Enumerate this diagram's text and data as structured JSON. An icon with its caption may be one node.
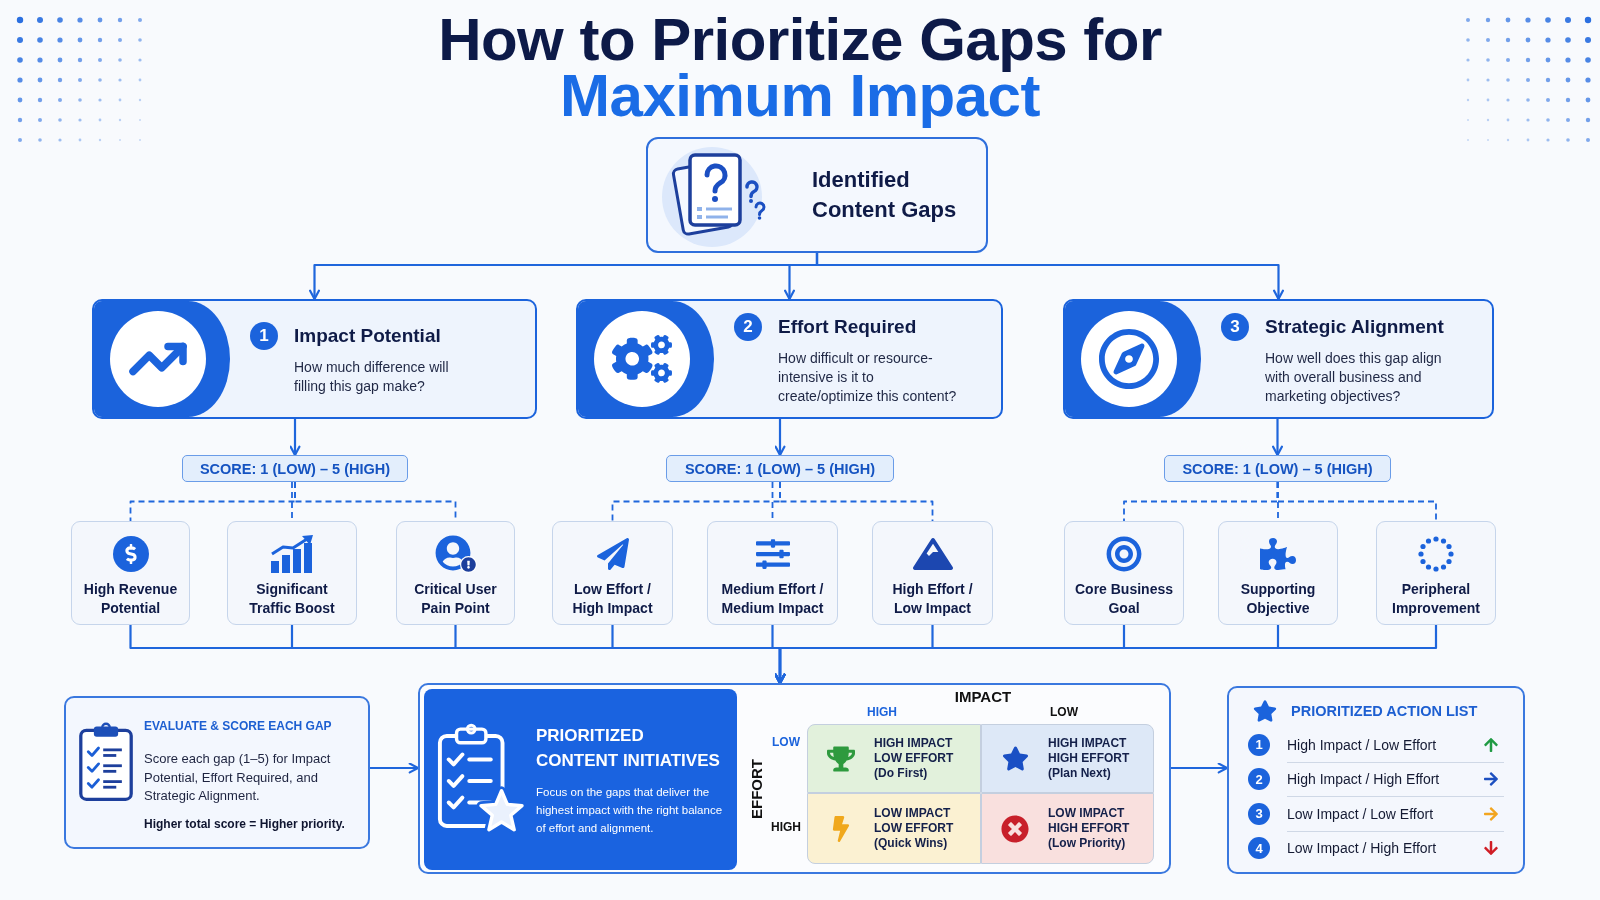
{
  "diagram": {
    "title": "How to Prioritize Gaps for Maximum Impact",
    "nodes": [
      {
        "text": [
          "Identified Content Gaps"
        ]
      },
      {
        "text": [
          "1",
          "Impact Potential",
          "How much difference will filling this gap make?"
        ]
      },
      {
        "text": [
          "2",
          "Effort Required",
          "How difficult or resource-intensive is it to create/optimize this content?"
        ]
      },
      {
        "text": [
          "3",
          "Strategic Alignment",
          "How well does this gap align with overall business and marketing objectives?"
        ]
      },
      {
        "text": [
          "SCORE: 1 (LOW) – 5 (HIGH)"
        ]
      },
      {
        "text": [
          "SCORE: 1 (LOW) – 5 (HIGH)"
        ]
      },
      {
        "text": [
          "SCORE: 1 (LOW) – 5 (HIGH)"
        ]
      },
      {
        "text": [
          "High Revenue Potential"
        ]
      },
      {
        "text": [
          "Significant Traffic Boost"
        ]
      },
      {
        "text": [
          "Critical User Pain Point"
        ]
      },
      {
        "text": [
          "Low Effort / High Impact"
        ]
      },
      {
        "text": [
          "Medium Effort / Medium Impact"
        ]
      },
      {
        "text": [
          "High Effort / Low Impact"
        ]
      },
      {
        "text": [
          "Core Business Goal"
        ]
      },
      {
        "text": [
          "Supporting Objective"
        ]
      },
      {
        "text": [
          "Peripheral Improvement"
        ]
      },
      {
        "text": [
          "EVALUATE & SCORE EACH GAP",
          "Score each gap (1–5) for Impact Potential, Effort Required, and Strategic Alignment.",
          "Higher total score = Higher priority."
        ]
      },
      {
        "text": [
          "IMPACT",
          "HIGH",
          "LOW",
          "LOW",
          "EFFORT",
          "HIGH"
        ]
      },
      {
        "text": [
          "PRIORITIZED CONTENT INITIATIVES",
          "Focus on the gaps that deliver the highest impact with the right balance of effort and alignment."
        ],
        "in": 17
      },
      {
        "text": [
          "HIGH IMPACT LOW EFFORT (Do First)"
        ],
        "in": 17
      },
      {
        "text": [
          "HIGH IMPACT HIGH EFFORT (Plan Next)"
        ],
        "in": 17
      },
      {
        "text": [
          "LOW IMPACT LOW EFFORT (Quick Wins)"
        ],
        "in": 17
      },
      {
        "text": [
          "LOW IMPACT HIGH EFFORT (Low Priority)"
        ],
        "in": 17
      },
      {
        "text": [
          "PRIORITIZED ACTION LIST",
          "1",
          "High Impact / Low Effort",
          "2",
          "High Impact / High Effort",
          "3",
          "Low Impact / Low Effort",
          "4",
          "Low Impact / High Effort"
        ]
      }
    ],
    "edges": [
      {
        "from": 0,
        "to": 1,
        "arrow": "to"
      },
      {
        "from": 0,
        "to": 2,
        "arrow": "to"
      },
      {
        "from": 0,
        "to": 3,
        "arrow": "to"
      },
      {
        "from": 1,
        "to": 4,
        "arrow": "to"
      },
      {
        "from": 2,
        "to": 5,
        "arrow": "to"
      },
      {
        "from": 3,
        "to": 6,
        "arrow": "to"
      },
      {
        "from": 4,
        "to": 7,
        "arrow": "none",
        "style": "dashed"
      },
      {
        "from": 4,
        "to": 8,
        "arrow": "none",
        "style": "dashed"
      },
      {
        "from": 4,
        "to": 9,
        "arrow": "none",
        "style": "dashed"
      },
      {
        "from": 5,
        "to": 10,
        "arrow": "none",
        "style": "dashed"
      },
      {
        "from": 5,
        "to": 11,
        "arrow": "none",
        "style": "dashed"
      },
      {
        "from": 5,
        "to": 12,
        "arrow": "none",
        "style": "dashed"
      },
      {
        "from": 6,
        "to": 13,
        "arrow": "none",
        "style": "dashed"
      },
      {
        "from": 6,
        "to": 14,
        "arrow": "none",
        "style": "dashed"
      },
      {
        "from": 6,
        "to": 15,
        "arrow": "none",
        "style": "dashed"
      },
      {
        "from": 7,
        "to": 17,
        "arrow": "to"
      },
      {
        "from": 8,
        "to": 17,
        "arrow": "to"
      },
      {
        "from": 9,
        "to": 17,
        "arrow": "to"
      },
      {
        "from": 10,
        "to": 17,
        "arrow": "to"
      },
      {
        "from": 11,
        "to": 17,
        "arrow": "to"
      },
      {
        "from": 12,
        "to": 17,
        "arrow": "to"
      },
      {
        "from": 13,
        "to": 17,
        "arrow": "to"
      },
      {
        "from": 14,
        "to": 17,
        "arrow": "to"
      },
      {
        "from": 15,
        "to": 17,
        "arrow": "to"
      },
      {
        "from": 16,
        "to": 17,
        "arrow": "to"
      },
      {
        "from": 17,
        "to": 23,
        "arrow": "to"
      }
    ]
  }
}
